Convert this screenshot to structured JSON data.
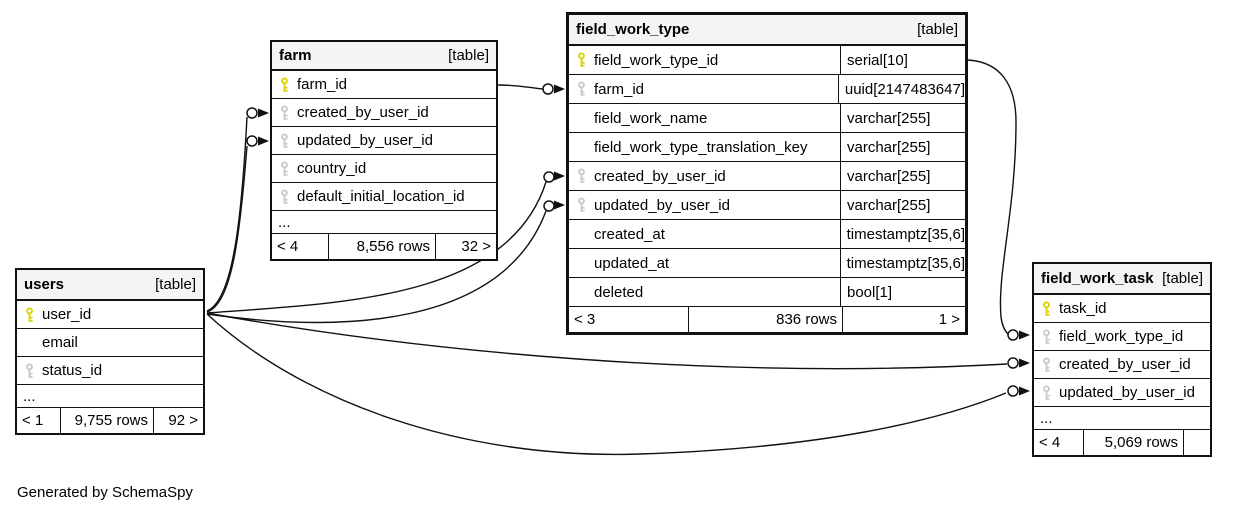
{
  "page": {
    "generated_by": "Generated by SchemaSpy"
  },
  "colors": {
    "primary_key": "#d9d400",
    "foreign_key": "#c9c9c9",
    "header_bg": "#f4f4f4",
    "border": "#111111",
    "background": "#ffffff"
  },
  "tables": {
    "farm": {
      "title": "farm",
      "type_label": "[table]",
      "columns": [
        {
          "name": "farm_id",
          "key": "pk"
        },
        {
          "name": "created_by_user_id",
          "key": "fk"
        },
        {
          "name": "updated_by_user_id",
          "key": "fk"
        },
        {
          "name": "country_id",
          "key": "fk"
        },
        {
          "name": "default_initial_location_id",
          "key": "fk"
        }
      ],
      "more": "...",
      "footer": {
        "parents": "< 4",
        "rows": "8,556 rows",
        "children": "32 >"
      }
    },
    "field_work_type": {
      "title": "field_work_type",
      "type_label": "[table]",
      "columns": [
        {
          "name": "field_work_type_id",
          "type": "serial[10]",
          "key": "pk"
        },
        {
          "name": "farm_id",
          "type": "uuid[2147483647]",
          "key": "fk"
        },
        {
          "name": "field_work_name",
          "type": "varchar[255]",
          "key": ""
        },
        {
          "name": "field_work_type_translation_key",
          "type": "varchar[255]",
          "key": ""
        },
        {
          "name": "created_by_user_id",
          "type": "varchar[255]",
          "key": "fk"
        },
        {
          "name": "updated_by_user_id",
          "type": "varchar[255]",
          "key": "fk"
        },
        {
          "name": "created_at",
          "type": "timestamptz[35,6]",
          "key": ""
        },
        {
          "name": "updated_at",
          "type": "timestamptz[35,6]",
          "key": ""
        },
        {
          "name": "deleted",
          "type": "bool[1]",
          "key": ""
        }
      ],
      "footer": {
        "parents": "< 3",
        "rows": "836 rows",
        "children": "1 >"
      }
    },
    "users": {
      "title": "users",
      "type_label": "[table]",
      "columns": [
        {
          "name": "user_id",
          "key": "pk"
        },
        {
          "name": "email",
          "key": ""
        },
        {
          "name": "status_id",
          "key": "fk"
        }
      ],
      "more": "...",
      "footer": {
        "parents": "< 1",
        "rows": "9,755 rows",
        "children": "92 >"
      }
    },
    "field_work_task": {
      "title": "field_work_task",
      "type_label": "[table]",
      "columns": [
        {
          "name": "task_id",
          "key": "pk"
        },
        {
          "name": "field_work_type_id",
          "key": "fk"
        },
        {
          "name": "created_by_user_id",
          "key": "fk"
        },
        {
          "name": "updated_by_user_id",
          "key": "fk"
        }
      ],
      "more": "...",
      "footer": {
        "parents": "< 4",
        "rows": "5,069 rows",
        "children": ""
      }
    }
  },
  "relationships": [
    {
      "from": "users.user_id",
      "to": "farm.created_by_user_id"
    },
    {
      "from": "users.user_id",
      "to": "farm.updated_by_user_id"
    },
    {
      "from": "farm.farm_id",
      "to": "field_work_type.farm_id"
    },
    {
      "from": "users.user_id",
      "to": "field_work_type.created_by_user_id"
    },
    {
      "from": "users.user_id",
      "to": "field_work_type.updated_by_user_id"
    },
    {
      "from": "field_work_type.field_work_type_id",
      "to": "field_work_task.field_work_type_id"
    },
    {
      "from": "users.user_id",
      "to": "field_work_task.created_by_user_id"
    },
    {
      "from": "users.user_id",
      "to": "field_work_task.updated_by_user_id"
    }
  ]
}
